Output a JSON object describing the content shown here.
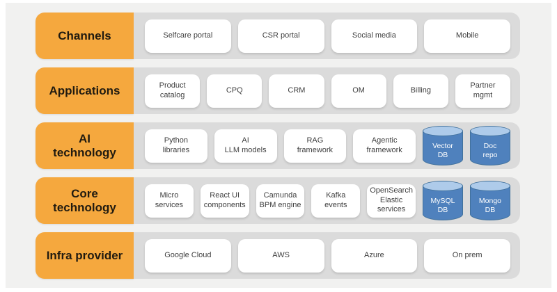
{
  "colors": {
    "accent_orange": "#f5a83e",
    "band_gray": "#dbdbdb",
    "canvas_gray": "#f1f1f0",
    "chip_white": "#ffffff",
    "cylinder_body": "#4f81bd",
    "cylinder_top": "#aecbea",
    "cylinder_border": "#41719c",
    "label_text": "#211b10",
    "chip_text": "#3f3f3f"
  },
  "rows": [
    {
      "label": "Channels",
      "items": [
        {
          "type": "chip",
          "text": "Selfcare portal"
        },
        {
          "type": "chip",
          "text": "CSR portal"
        },
        {
          "type": "chip",
          "text": "Social media"
        },
        {
          "type": "chip",
          "text": "Mobile"
        }
      ]
    },
    {
      "label": "Applications",
      "items": [
        {
          "type": "chip",
          "text": "Product\ncatalog"
        },
        {
          "type": "chip",
          "text": "CPQ"
        },
        {
          "type": "chip",
          "text": "CRM"
        },
        {
          "type": "chip",
          "text": "OM"
        },
        {
          "type": "chip",
          "text": "Billing"
        },
        {
          "type": "chip",
          "text": "Partner\nmgmt"
        }
      ]
    },
    {
      "label": "AI\ntechnology",
      "items": [
        {
          "type": "chip",
          "text": "Python\nlibraries"
        },
        {
          "type": "chip",
          "text": "AI\nLLM models"
        },
        {
          "type": "chip",
          "text": "RAG\nframework"
        },
        {
          "type": "chip",
          "text": "Agentic\nframework"
        },
        {
          "type": "db",
          "text": "Vector\nDB"
        },
        {
          "type": "db",
          "text": "Doc\nrepo"
        }
      ]
    },
    {
      "label": "Core\ntechnology",
      "items": [
        {
          "type": "chip",
          "text": "Micro\nservices"
        },
        {
          "type": "chip",
          "text": "React UI\ncomponents"
        },
        {
          "type": "chip",
          "text": "Camunda\nBPM engine"
        },
        {
          "type": "chip",
          "text": "Kafka\nevents"
        },
        {
          "type": "chip",
          "text": "OpenSearch\nElastic\nservices"
        },
        {
          "type": "db",
          "text": "MySQL\nDB"
        },
        {
          "type": "db",
          "text": "Mongo\nDB"
        }
      ]
    },
    {
      "label": "Infra provider",
      "items": [
        {
          "type": "chip",
          "text": "Google Cloud"
        },
        {
          "type": "chip",
          "text": "AWS"
        },
        {
          "type": "chip",
          "text": "Azure"
        },
        {
          "type": "chip",
          "text": "On prem"
        }
      ]
    }
  ]
}
